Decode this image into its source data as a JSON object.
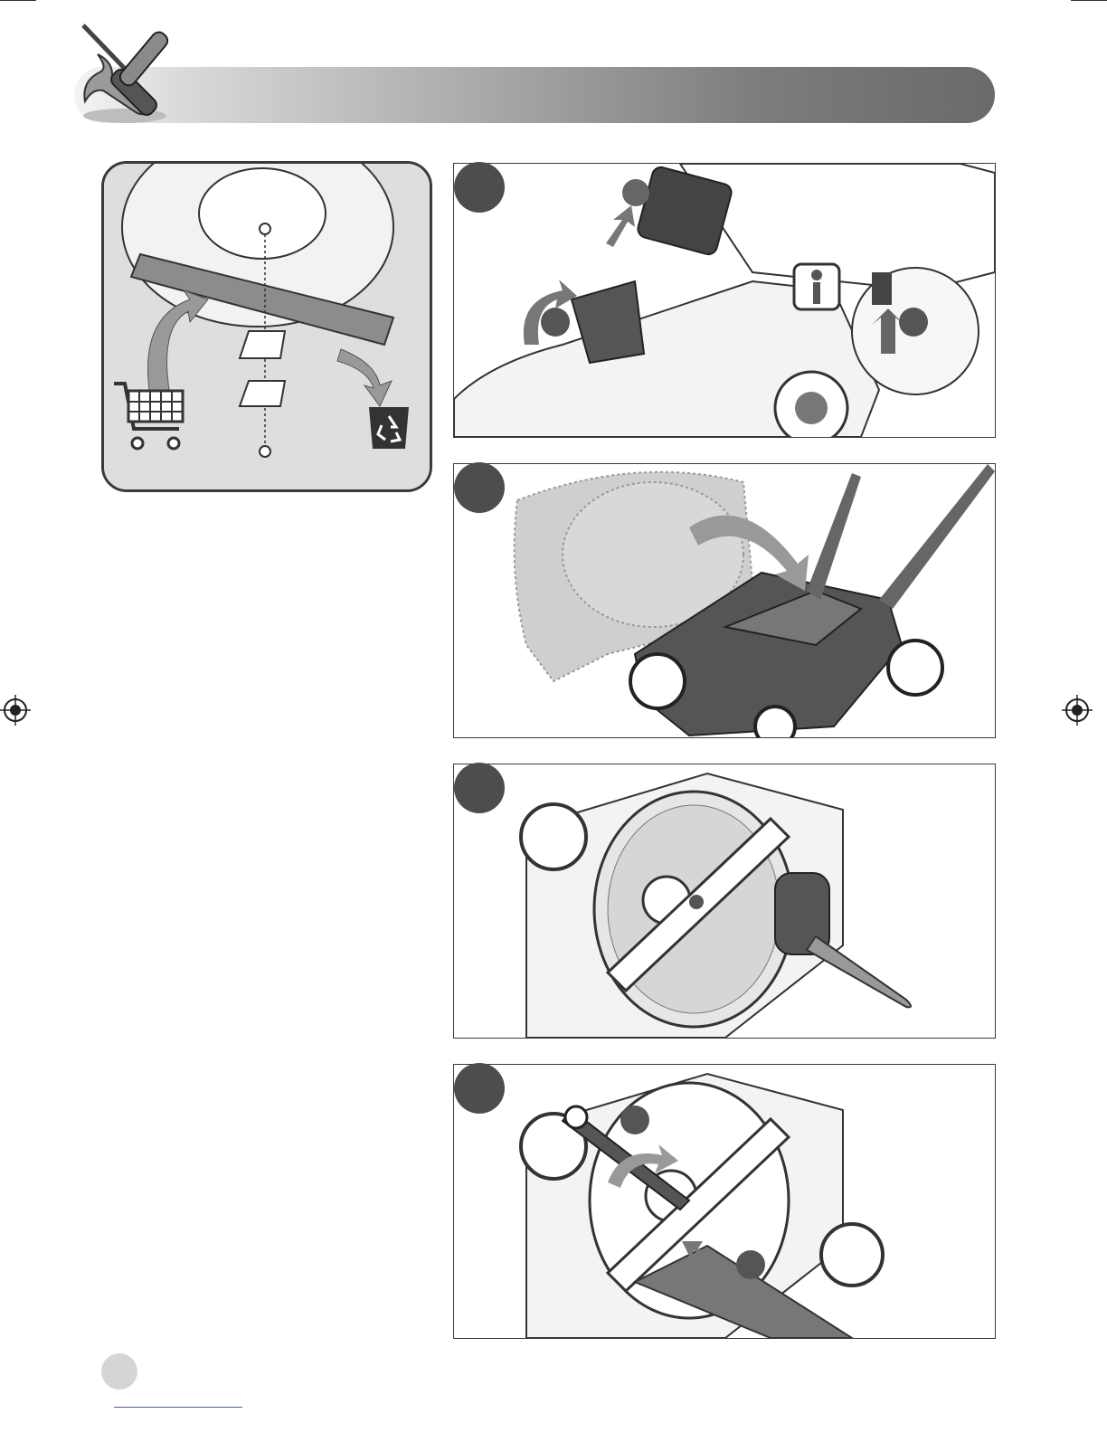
{
  "page": {
    "section": "maintenance",
    "icons": {
      "header": "screwdriver-wrench-icon",
      "buy": "shopping-cart-icon",
      "dispose": "recycle-bin-icon",
      "info": "info-icon",
      "registration": "registration-mark-icon"
    },
    "colors": {
      "header_start": "#f4f4f4",
      "header_end": "#6a6a6a",
      "badge": "#4d4d4d",
      "line_art": "#3a3a3a"
    }
  },
  "steps": [
    {
      "id": "step-1",
      "sub_markers": 3
    },
    {
      "id": "step-2",
      "sub_markers": 0
    },
    {
      "id": "step-3",
      "sub_markers": 0
    },
    {
      "id": "step-4",
      "sub_markers": 2
    }
  ]
}
